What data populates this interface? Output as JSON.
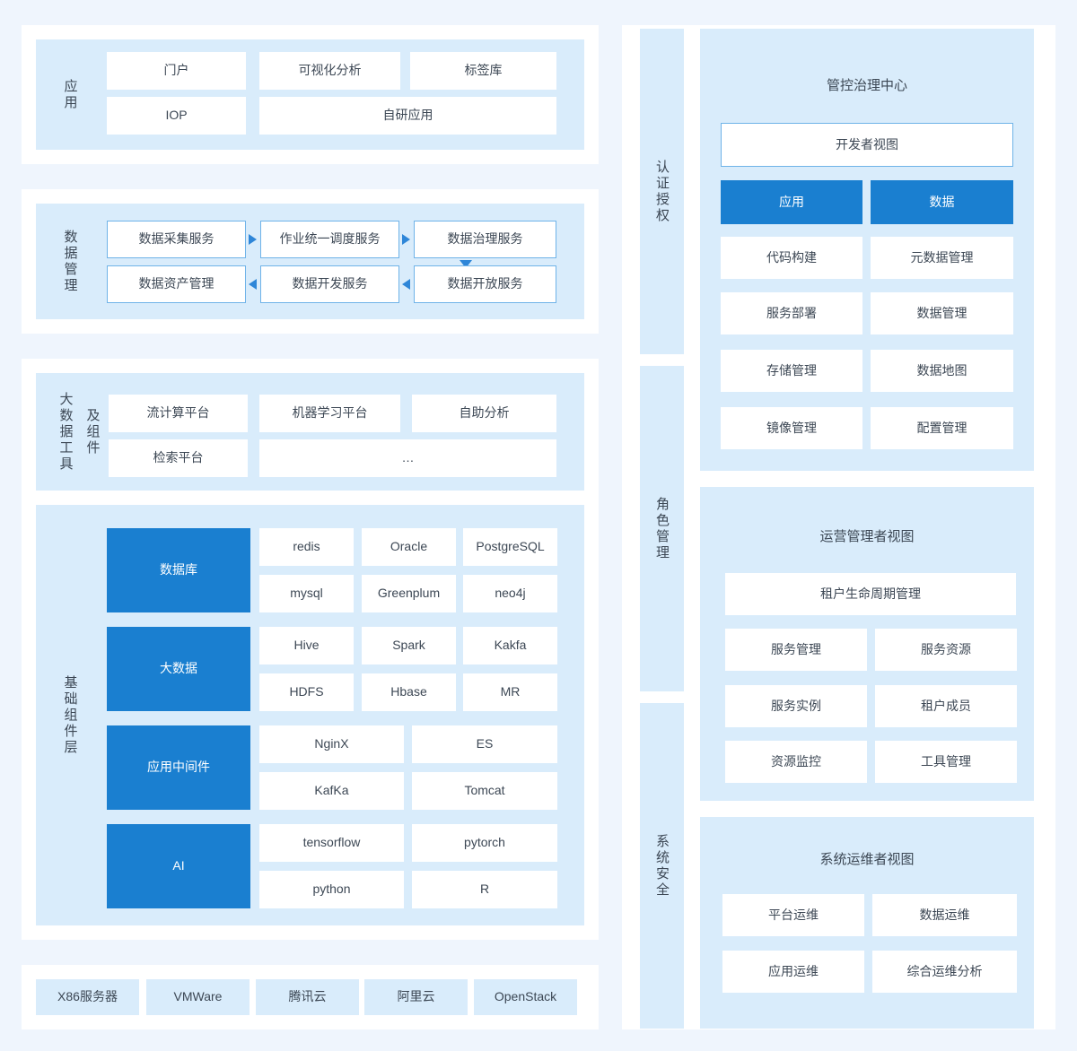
{
  "theme": {
    "page_bg": "#eff5fd",
    "card_bg": "#ffffff",
    "panel_bg": "#d9ecfb",
    "accent_blue": "#1a7fd0",
    "border_blue": "#6fb3e8",
    "text": "#3c4754"
  },
  "left": {
    "application": {
      "label": "应用",
      "row1": [
        "门户",
        "可视化分析",
        "标签库"
      ],
      "row2": [
        "IOP",
        "自研应用"
      ]
    },
    "data_management": {
      "label": "数据管理",
      "row1": [
        "数据采集服务",
        "作业统一调度服务",
        "数据治理服务"
      ],
      "row2": [
        "数据资产管理",
        "数据开发服务",
        "数据开放服务"
      ],
      "arrows": [
        "right",
        "right",
        "down",
        "left",
        "left"
      ]
    },
    "bigdata_tools": {
      "label_col1": "大数据工具",
      "label_col2": "及组件",
      "row1": [
        "流计算平台",
        "机器学习平台",
        "自助分析"
      ],
      "row2": [
        "检索平台",
        "…"
      ]
    },
    "base_components": {
      "label": "基础组件层",
      "groups": [
        {
          "name": "数据库",
          "items": [
            "redis",
            "Oracle",
            "PostgreSQL",
            "mysql",
            "Greenplum",
            "neo4j"
          ],
          "cols": 3
        },
        {
          "name": "大数据",
          "items": [
            "Hive",
            "Spark",
            "Kakfa",
            "HDFS",
            "Hbase",
            "MR"
          ],
          "cols": 3
        },
        {
          "name": "应用中间件",
          "items": [
            "NginX",
            "ES",
            "KafKa",
            "Tomcat"
          ],
          "cols": 2
        },
        {
          "name": "AI",
          "items": [
            "tensorflow",
            "pytorch",
            "python",
            "R"
          ],
          "cols": 2
        }
      ]
    },
    "infrastructure": {
      "items": [
        "X86服务器",
        "VMWare",
        "腾讯云",
        "阿里云",
        "OpenStack"
      ]
    }
  },
  "vertical_strips": [
    {
      "label": "认证授权"
    },
    {
      "label": "角色管理"
    },
    {
      "label": "系统安全"
    }
  ],
  "right": {
    "governance": {
      "title": "管控治理中心",
      "featured": "开发者视图",
      "highlight_left": "应用",
      "highlight_right": "数据",
      "left_items": [
        "代码构建",
        "服务部署",
        "存储管理",
        "镜像管理"
      ],
      "right_items": [
        "元数据管理",
        "数据管理",
        "数据地图",
        "配置管理"
      ]
    },
    "operations": {
      "title": "运营管理者视图",
      "featured": "租户生命周期管理",
      "left_items": [
        "服务管理",
        "服务实例",
        "资源监控"
      ],
      "right_items": [
        "服务资源",
        "租户成员",
        "工具管理"
      ]
    },
    "sysops": {
      "title": "系统运维者视图",
      "left_items": [
        "平台运维",
        "应用运维"
      ],
      "right_items": [
        "数据运维",
        "综合运维分析"
      ]
    }
  }
}
